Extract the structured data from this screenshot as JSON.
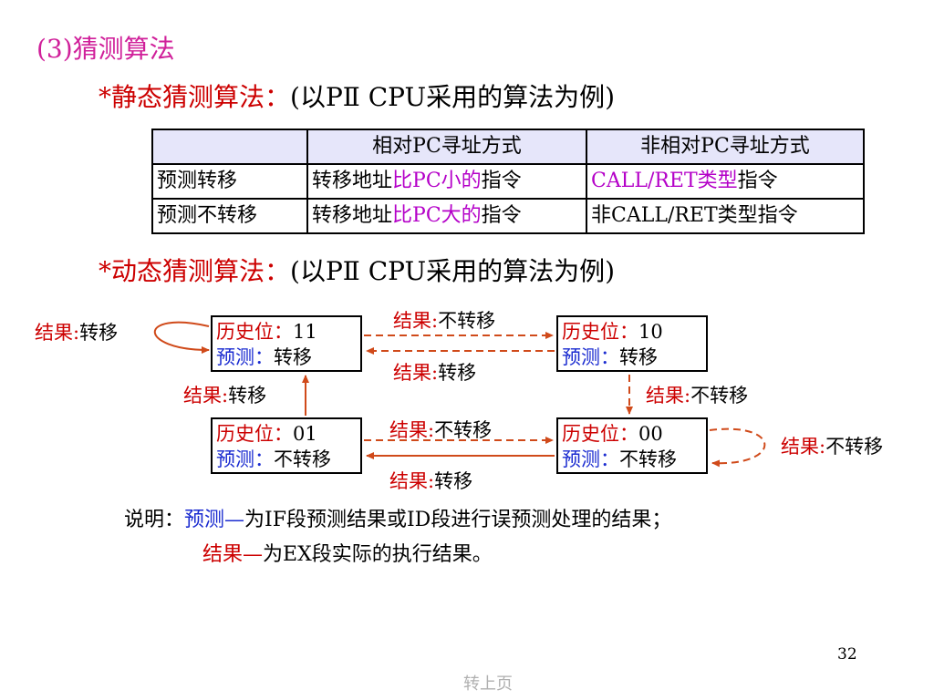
{
  "section_title": "(3)猜测算法",
  "static": {
    "bullet": "*",
    "title": "静态猜测算法：",
    "note": "(以PⅡ CPU采用的算法为例)"
  },
  "table": {
    "headers": [
      "",
      "相对PC寻址方式",
      "非相对PC寻址方式"
    ],
    "rows": [
      {
        "label": "预测转移",
        "col1_pre": "转移地址",
        "col1_hl": "比PC小的",
        "col1_post": "指令",
        "col2_hl": "CALL/RET类型",
        "col2_post": "指令"
      },
      {
        "label": "预测不转移",
        "col1_pre": "转移地址",
        "col1_hl": "比PC大的",
        "col1_post": "指令",
        "col2_pre": "非CALL/RET类型指令"
      }
    ]
  },
  "dynamic": {
    "bullet": "*",
    "title": "动态猜测算法：",
    "note": "(以PⅡ CPU采用的算法为例)"
  },
  "diagram": {
    "history_label": "历史位：",
    "predict_label": "预测：",
    "states": [
      {
        "id": "11",
        "history": "11",
        "prediction": "转移"
      },
      {
        "id": "10",
        "history": "10",
        "prediction": "转移"
      },
      {
        "id": "01",
        "history": "01",
        "prediction": "不转移"
      },
      {
        "id": "00",
        "history": "00",
        "prediction": "不转移"
      }
    ],
    "result_prefix": "结果:",
    "taken": "转移",
    "not_taken": "不转移"
  },
  "notes": {
    "prefix": "说明：",
    "line1_term": "预测—",
    "line1_text": "为IF段预测结果或ID段进行误预测处理的结果；",
    "line2_term": "结果—",
    "line2_text": "为EX段实际的执行结果。"
  },
  "page_number": "32",
  "prev_page": "转上页",
  "colors": {
    "section_title": "#d0209a",
    "heading": "#cc0000",
    "prediction_label": "#1a2bd0",
    "highlight": "#b400c8",
    "arrow": "#d04a1a",
    "table_header_bg": "#e6e6fa"
  }
}
